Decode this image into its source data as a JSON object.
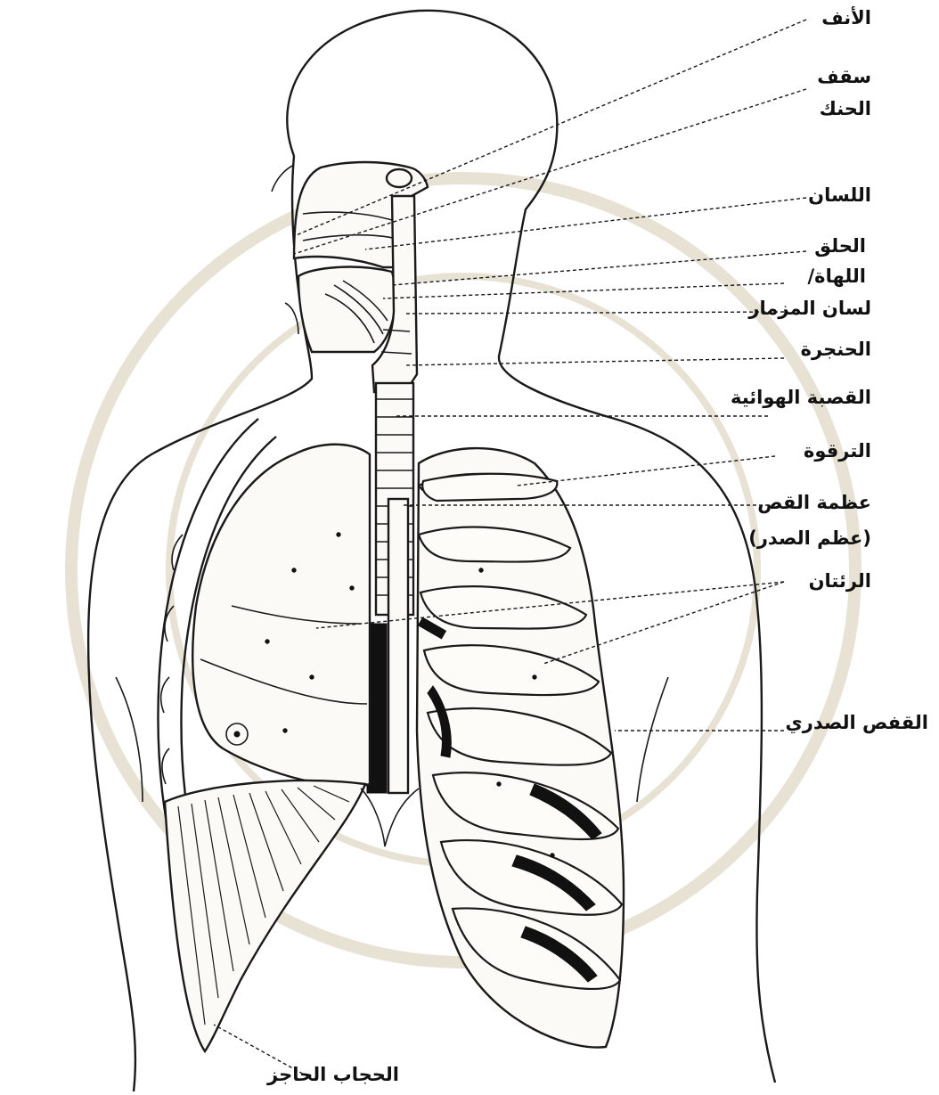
{
  "diagram": {
    "labels": {
      "nose": "الأنف",
      "palate_line1": "سقف",
      "palate_line2": "الحنك",
      "tongue": "اللسان",
      "pharynx": "الحلق",
      "epiglottis_line1": "اللهاة/",
      "epiglottis_line2": "لسان المزمار",
      "larynx": "الحنجرة",
      "trachea": "القصبة الهوائية",
      "clavicle": "الترقوة",
      "sternum_line1": "عظمة القص",
      "sternum_line2": "(عظم الصدر)",
      "lungs": "الرئتان",
      "rib_cage": "القفص الصدري",
      "diaphragm": "الحجاب الحاجز"
    },
    "colors": {
      "ink": "#1a1a1a",
      "paper": "#ffffff",
      "watermark": "#e8e2d4"
    }
  }
}
